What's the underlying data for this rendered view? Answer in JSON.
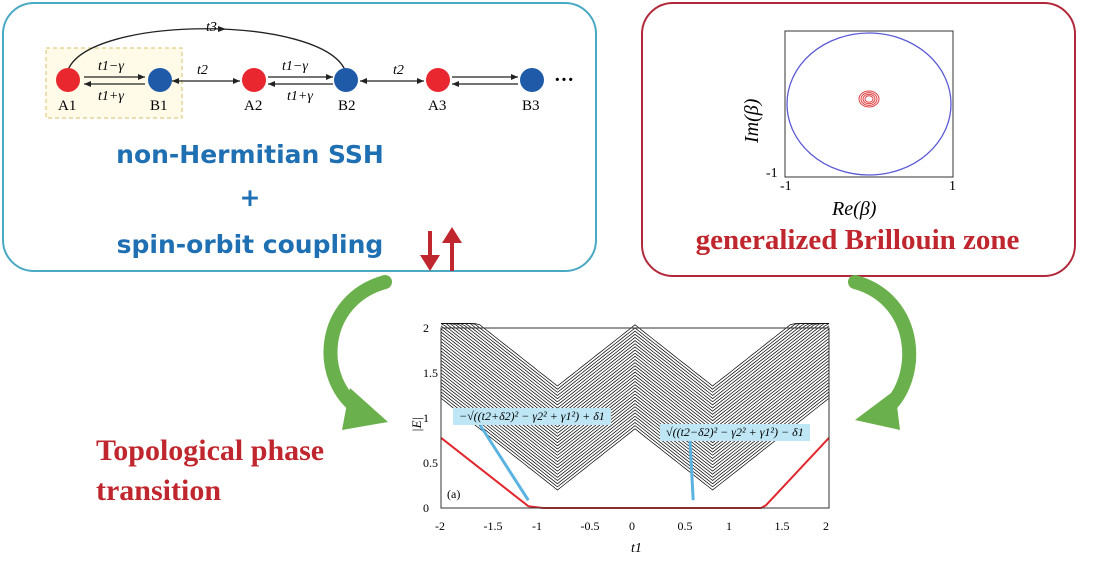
{
  "chain": {
    "hop_t3": "t3",
    "hop_intra_forward": "t1−γ",
    "hop_intra_backward": "t1+γ",
    "hop_inter": "t2",
    "sites": [
      "A1",
      "B1",
      "A2",
      "B2",
      "A3",
      "B3"
    ],
    "ellipsis": "···"
  },
  "left_box": {
    "line1": "non-Hermitian SSH",
    "plus": "+",
    "line2": "spin-orbit coupling"
  },
  "right_box": {
    "title": "generalized Brillouin zone",
    "ylabel": "Im(β)",
    "xlabel": "Re(β)",
    "tick_min_y": "-1",
    "tick_min_x": "-1",
    "tick_max_x": "1"
  },
  "bottom_left": {
    "title_line1": "Topological phase",
    "title_line2": "transition"
  },
  "phase_plot": {
    "panel_label": "(a)",
    "ylabel": "|E|",
    "xlabel": "t1",
    "x_ticks": [
      "-2",
      "-1.5",
      "-1",
      "-0.5",
      "0",
      "0.5",
      "1",
      "1.5",
      "2"
    ],
    "y_ticks": [
      "0",
      "0.5",
      "1",
      "1.5",
      "2"
    ],
    "annotation_left": "−√((t2+δ2)² − γ2² + γ1²) + δ1",
    "annotation_right": "√((t2−δ2)² − γ2² + γ1²) − δ1"
  },
  "colors": {
    "site_a": "#e8272f",
    "site_b": "#1f5aa8",
    "arrow_green": "#6ab04c",
    "spin_arrows": "#c0262d",
    "annotation_bg": "#bfe6f5",
    "zero_mode_red": "#e0282e"
  }
}
